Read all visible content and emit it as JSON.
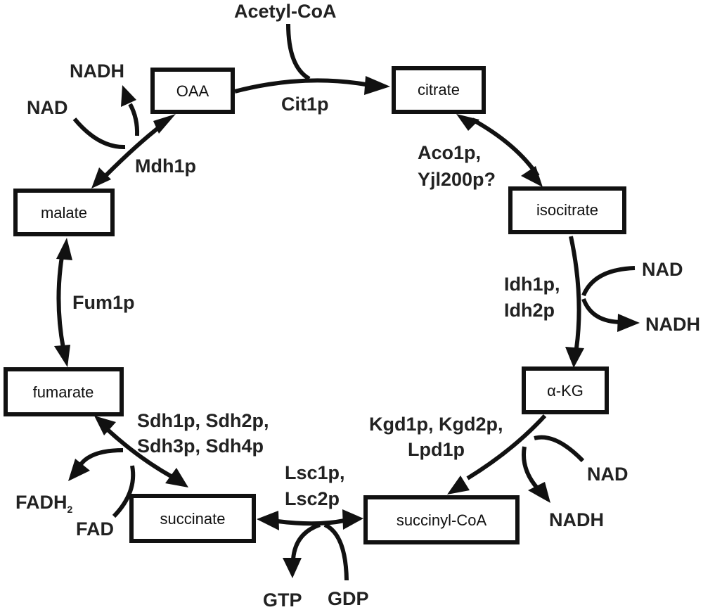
{
  "diagram": {
    "title": "TCA cycle (yeast)",
    "metabolites": {
      "oaa": "OAA",
      "citrate": "citrate",
      "isocitrate": "isocitrate",
      "akg": "α-KG",
      "succinyl_coa": "succinyl-CoA",
      "succinate": "succinate",
      "fumarate": "fumarate",
      "malate": "malate"
    },
    "enzymes": {
      "cit": "Cit1p",
      "aco_1": "Aco1p,",
      "aco_2": "Yjl200p?",
      "idh_1": "Idh1p,",
      "idh_2": "Idh2p",
      "kgd_1": "Kgd1p, Kgd2p,",
      "kgd_2": "Lpd1p",
      "lsc_1": "Lsc1p,",
      "lsc_2": "Lsc2p",
      "sdh_1": "Sdh1p, Sdh2p,",
      "sdh_2": "Sdh3p, Sdh4p",
      "fum": "Fum1p",
      "mdh": "Mdh1p"
    },
    "cofactors": {
      "acetyl_coa": "Acetyl-CoA",
      "idh_nad": "NAD",
      "idh_nadh": "NADH",
      "kgd_nad": "NAD",
      "kgd_nadh": "NADH",
      "gtp": "GTP",
      "gdp": "GDP",
      "fadh2": "FADH",
      "fadh2_sub": "2",
      "fad": "FAD",
      "mdh_nad": "NAD",
      "mdh_nadh": "NADH"
    },
    "reactions": [
      {
        "from": "OAA",
        "to": "citrate",
        "enzyme": "Cit1p",
        "reversible": false,
        "input": "Acetyl-CoA"
      },
      {
        "from": "citrate",
        "to": "isocitrate",
        "enzyme": "Aco1p, Yjl200p?",
        "reversible": true
      },
      {
        "from": "isocitrate",
        "to": "α-KG",
        "enzyme": "Idh1p, Idh2p",
        "reversible": false,
        "input": "NAD",
        "output": "NADH"
      },
      {
        "from": "α-KG",
        "to": "succinyl-CoA",
        "enzyme": "Kgd1p, Kgd2p, Lpd1p",
        "reversible": false,
        "input": "NAD",
        "output": "NADH"
      },
      {
        "from": "succinyl-CoA",
        "to": "succinate",
        "enzyme": "Lsc1p, Lsc2p",
        "reversible": true,
        "input": "GDP",
        "output": "GTP"
      },
      {
        "from": "succinate",
        "to": "fumarate",
        "enzyme": "Sdh1p, Sdh2p, Sdh3p, Sdh4p",
        "reversible": true,
        "input": "FAD",
        "output": "FADH2"
      },
      {
        "from": "fumarate",
        "to": "malate",
        "enzyme": "Fum1p",
        "reversible": true
      },
      {
        "from": "malate",
        "to": "OAA",
        "enzyme": "Mdh1p",
        "reversible": true,
        "input": "NAD",
        "output": "NADH"
      }
    ]
  }
}
